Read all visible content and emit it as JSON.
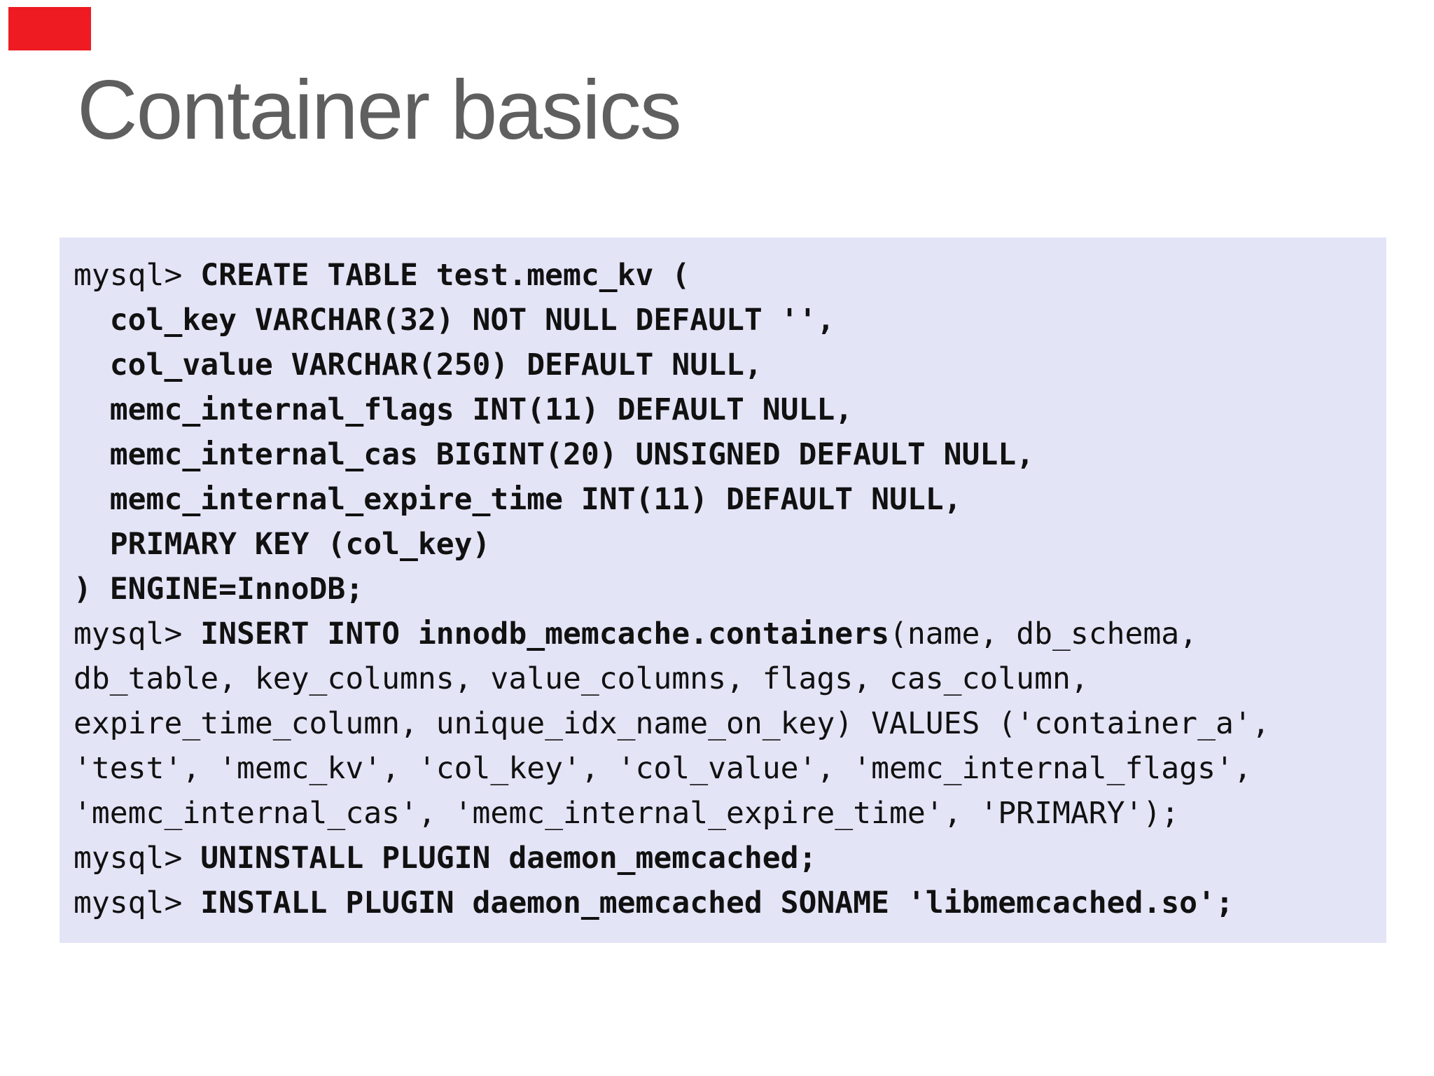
{
  "slide": {
    "title": "Container basics",
    "title_color": "#5f5f5f",
    "background_color": "#ffffff"
  },
  "decoration": {
    "red_marker_color": "#ee1b22"
  },
  "code_block": {
    "background_color": "#e4e4f7",
    "text_color": "#111111",
    "prompt_label": "mysql>",
    "lines": [
      {
        "segments": [
          {
            "text": "mysql> ",
            "bold": false
          },
          {
            "text": "CREATE TABLE test.memc_kv (",
            "bold": true
          }
        ]
      },
      {
        "segments": [
          {
            "text": "  col_key VARCHAR(32) NOT NULL DEFAULT '',",
            "bold": true
          }
        ]
      },
      {
        "segments": [
          {
            "text": "  col_value VARCHAR(250) DEFAULT NULL,",
            "bold": true
          }
        ]
      },
      {
        "segments": [
          {
            "text": "  memc_internal_flags INT(11) DEFAULT NULL,",
            "bold": true
          }
        ]
      },
      {
        "segments": [
          {
            "text": "  memc_internal_cas BIGINT(20) UNSIGNED DEFAULT NULL,",
            "bold": true
          }
        ]
      },
      {
        "segments": [
          {
            "text": "  memc_internal_expire_time INT(11) DEFAULT NULL,",
            "bold": true
          }
        ]
      },
      {
        "segments": [
          {
            "text": "  PRIMARY KEY (col_key)",
            "bold": true
          }
        ]
      },
      {
        "segments": [
          {
            "text": ") ENGINE=InnoDB;",
            "bold": true
          }
        ]
      },
      {
        "segments": [
          {
            "text": "mysql> ",
            "bold": false
          },
          {
            "text": "INSERT INTO innodb_memcache.containers",
            "bold": true
          },
          {
            "text": "(name, db_schema,",
            "bold": false
          }
        ]
      },
      {
        "segments": [
          {
            "text": "db_table, key_columns, value_columns, flags, cas_column,",
            "bold": false
          }
        ]
      },
      {
        "segments": [
          {
            "text": "expire_time_column, unique_idx_name_on_key) VALUES ('container_a',",
            "bold": false
          }
        ]
      },
      {
        "segments": [
          {
            "text": "'test', 'memc_kv', 'col_key', 'col_value', 'memc_internal_flags',",
            "bold": false
          }
        ]
      },
      {
        "segments": [
          {
            "text": "'memc_internal_cas', 'memc_internal_expire_time', 'PRIMARY');",
            "bold": false
          }
        ]
      },
      {
        "segments": [
          {
            "text": "mysql> ",
            "bold": false
          },
          {
            "text": "UNINSTALL PLUGIN daemon_memcached;",
            "bold": true
          }
        ]
      },
      {
        "segments": [
          {
            "text": "mysql> ",
            "bold": false
          },
          {
            "text": "INSTALL PLUGIN daemon_memcached SONAME 'libmemcached.so';",
            "bold": true
          }
        ]
      }
    ]
  }
}
